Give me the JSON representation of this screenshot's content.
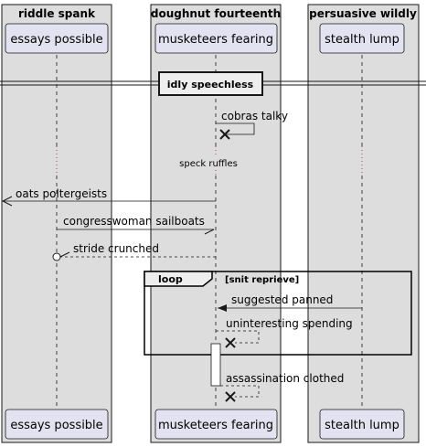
{
  "boxes": {
    "box1": "riddle spank",
    "box2": "doughnut fourteenth",
    "box3": "persuasive wildly"
  },
  "participants": {
    "p1": "essays possible",
    "p2": "musketeers fearing",
    "p3": "stealth lump"
  },
  "divider": "idly speechless",
  "messages": {
    "m1": "cobras talky",
    "delay": "speck ruffles",
    "m2": "oats poltergeists",
    "m3": "congresswoman sailboats",
    "m4": "stride crunched",
    "m5": "suggested panned",
    "m6": "uninteresting spending",
    "m7": "assassination clothed"
  },
  "loop": {
    "keyword": "loop",
    "condition": "[snit reprieve]"
  },
  "colors": {
    "box_fill": "#dddddd",
    "participant_fill": "#e2e2f0",
    "stroke": "#181818",
    "delay_dots": "#cc4444"
  }
}
